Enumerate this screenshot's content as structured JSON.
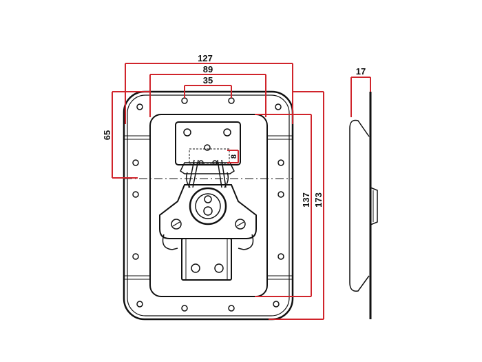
{
  "drawing": {
    "dimensions": {
      "overall_width": "127",
      "inner_width": "89",
      "hole_spacing": "35",
      "side_offset": "65",
      "small_offset": "8",
      "inner_height": "137",
      "overall_height": "173",
      "depth": "17"
    },
    "colors": {
      "outline": "#111111",
      "dimension_lines": "#d0242b",
      "background": "#ffffff"
    },
    "views": [
      "front-view",
      "side-view"
    ]
  }
}
